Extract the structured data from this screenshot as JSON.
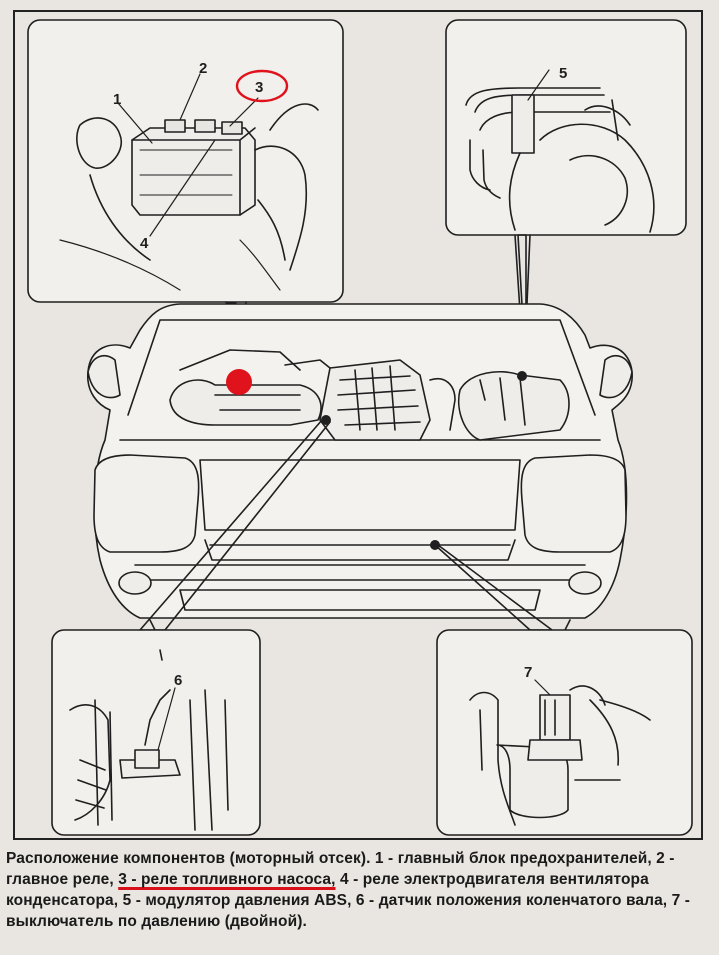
{
  "diagram": {
    "callouts": {
      "c1": "1",
      "c2": "2",
      "c3": "3",
      "c4": "4",
      "c5": "5",
      "c6": "6",
      "c7": "7"
    },
    "highlight_color": "#e0121b",
    "ink_color": "#1f1f1f"
  },
  "caption": {
    "part1": "Расположение компонентов (моторный отсек). 1 - главный блок предохранителей, 2 - главное реле, ",
    "highlight": "3 - реле топливного насоса,",
    "part2": " 4 - реле электродвигателя вентилятора конденсатора, 5 - модулятор давления ABS, 6 - датчик положения коленчатого вала, 7 - выключатель по давлению (двойной)."
  }
}
